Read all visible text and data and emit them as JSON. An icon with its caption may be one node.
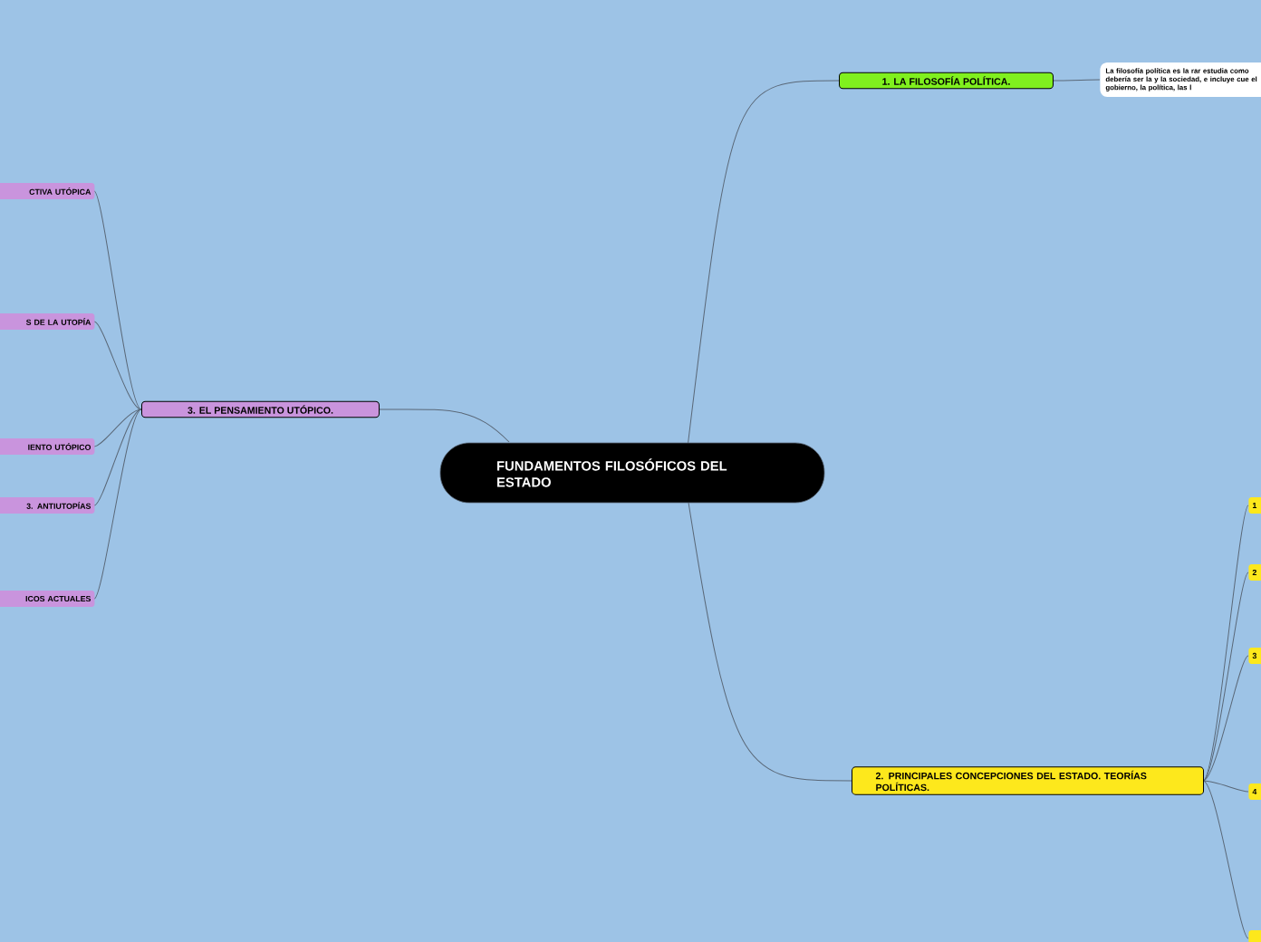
{
  "diagram": {
    "title": "FUNDAMENTOS FILOSÓFICOS DEL ESTADO",
    "nodes": [
      {
        "text": [
          "1. LA FILOSOFÍA POLÍTICA."
        ]
      },
      {
        "text": [
          "La filosofía política es la rar estudia como debería ser la y la sociedad, e incluye cue el gobierno, la política, las l"
        ]
      },
      {
        "text": [
          "2. PRINCIPALES CONCEPCIONES DEL ESTADO. TEORÍAS POLÍTICAS."
        ]
      },
      {
        "text": [
          "1"
        ]
      },
      {
        "text": [
          "2"
        ]
      },
      {
        "text": [
          "3"
        ]
      },
      {
        "text": [
          "4"
        ]
      },
      {
        "text": [],
        "shape": "box"
      },
      {
        "text": [
          "3. EL PENSAMIENTO UTÓPICO."
        ]
      },
      {
        "text": [
          "CTIVA UTÓPICA"
        ]
      },
      {
        "text": [
          "S DE LA UTOPÍA"
        ]
      },
      {
        "text": [
          "IENTO UTÓPICO"
        ]
      },
      {
        "text": [
          "3. ANTIUTOPÍAS"
        ]
      },
      {
        "text": [
          "ICOS ACTUALES"
        ]
      }
    ],
    "edges": [
      {
        "from": null,
        "to": 0,
        "arrow": "none"
      },
      {
        "from": 0,
        "to": 1,
        "arrow": "none"
      },
      {
        "from": null,
        "to": 2,
        "arrow": "none"
      },
      {
        "from": 2,
        "to": 3,
        "arrow": "none"
      },
      {
        "from": 2,
        "to": 4,
        "arrow": "none"
      },
      {
        "from": 2,
        "to": 5,
        "arrow": "none"
      },
      {
        "from": 2,
        "to": 6,
        "arrow": "none"
      },
      {
        "from": 2,
        "to": 7,
        "arrow": "none"
      },
      {
        "from": null,
        "to": 8,
        "arrow": "none"
      },
      {
        "from": 8,
        "to": 9,
        "arrow": "none"
      },
      {
        "from": 8,
        "to": 10,
        "arrow": "none"
      },
      {
        "from": 8,
        "to": 11,
        "arrow": "none"
      },
      {
        "from": 8,
        "to": 12,
        "arrow": "none"
      },
      {
        "from": 8,
        "to": 13,
        "arrow": "none"
      }
    ]
  }
}
